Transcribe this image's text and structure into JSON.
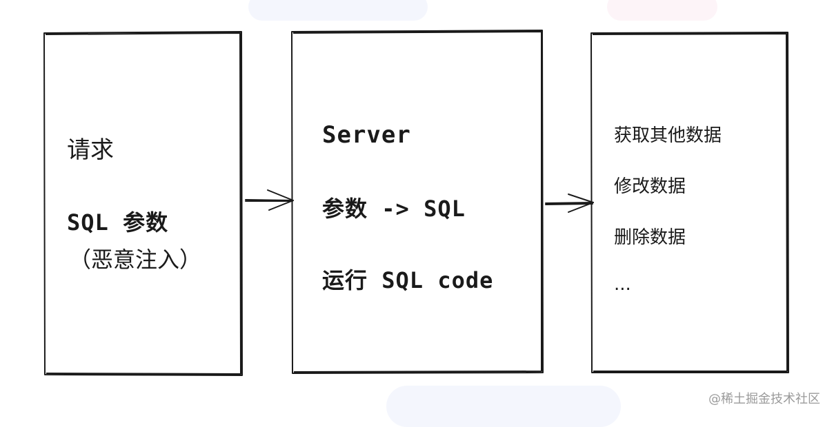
{
  "box_request": {
    "title": "请求",
    "line1": "SQL 参数",
    "line2": "（恶意注入）"
  },
  "box_server": {
    "title": "Server",
    "line1": "参数 -> SQL",
    "line2": "运行 SQL code"
  },
  "box_result": {
    "items": [
      "获取其他数据",
      "修改数据",
      "删除数据",
      "..."
    ]
  },
  "watermark": {
    "credit": "@稀土掘金技术社区"
  },
  "colors": {
    "stroke": "#1a1a1a",
    "text": "#1a1a1a",
    "credit": "#9a9a9a"
  }
}
